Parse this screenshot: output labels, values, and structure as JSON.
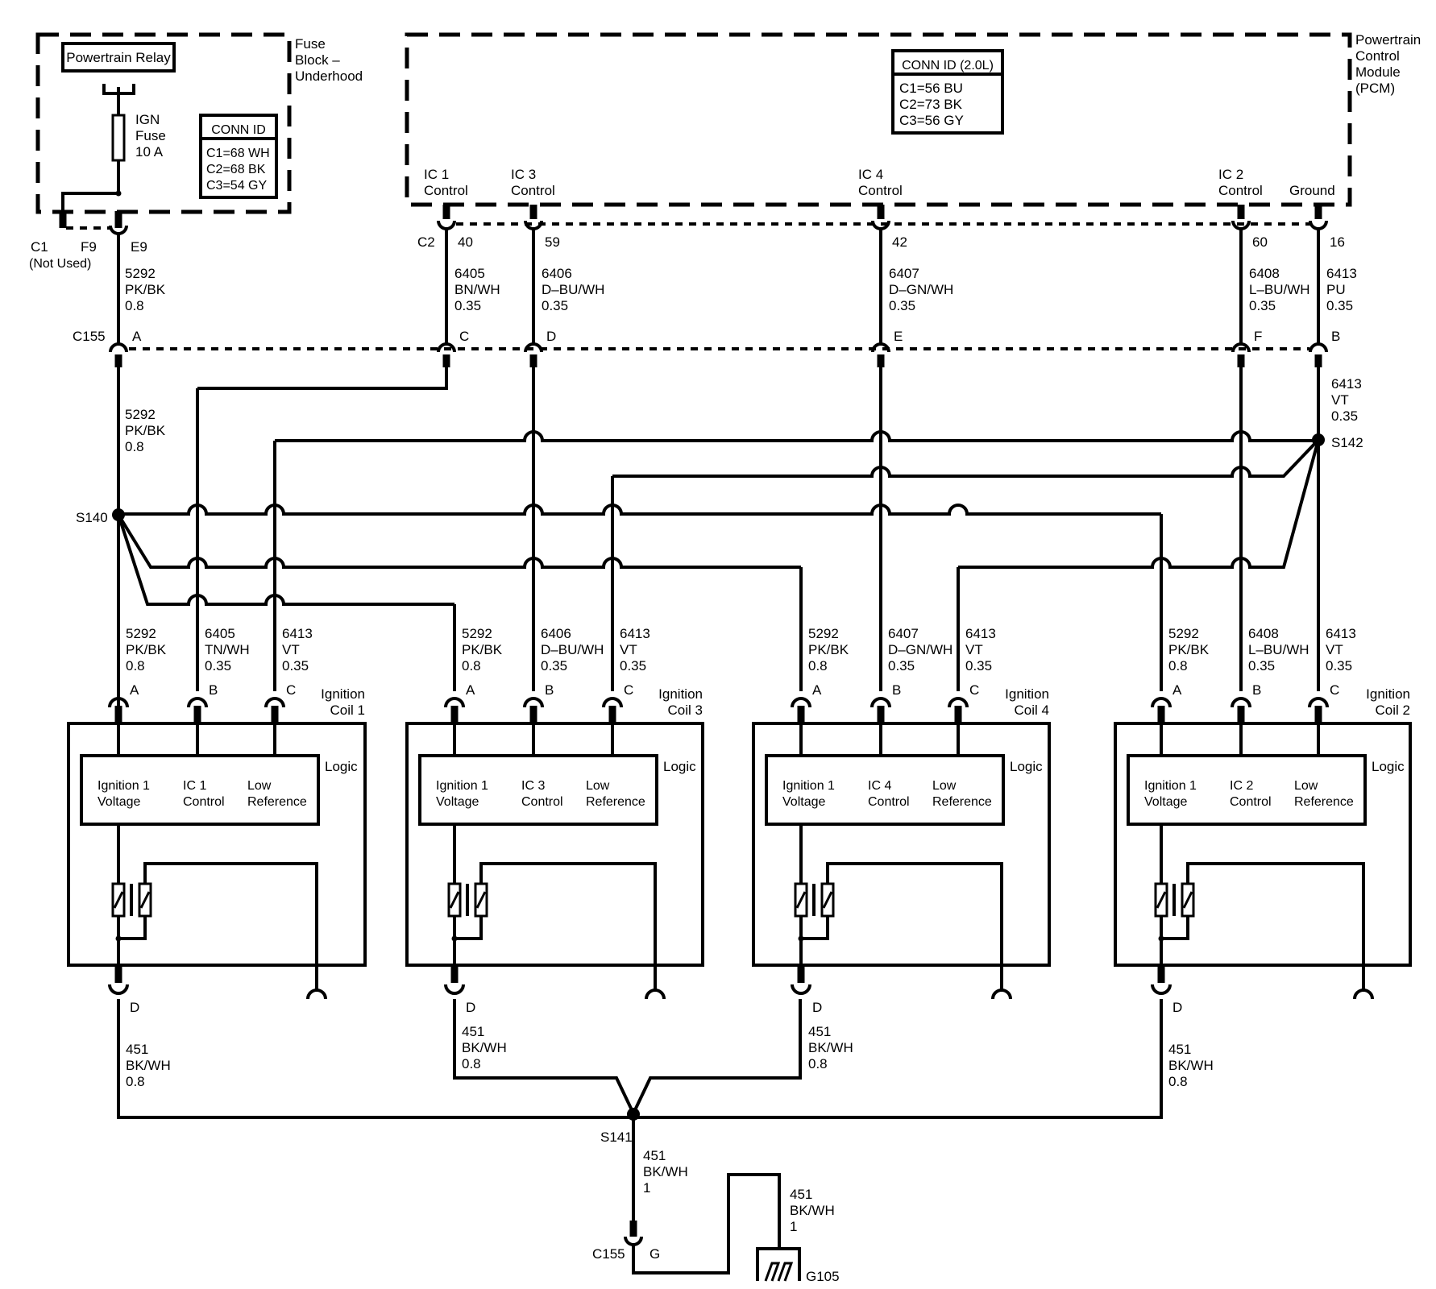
{
  "fuse_block": {
    "label_lines": [
      "Fuse",
      "Block –",
      "Underhood"
    ],
    "relay_label": "Powertrain Relay",
    "fuse_lines": [
      "IGN",
      "Fuse",
      "10 A"
    ],
    "conn_id_title": "CONN ID",
    "conn_id_lines": [
      "C1=68 WH",
      "C2=68 BK",
      "C3=54 GY"
    ],
    "c1_label": "C1",
    "c1_note": "(Not Used)",
    "f9_label": "F9",
    "e9_label": "E9"
  },
  "pcm": {
    "label_lines": [
      "Powertrain",
      "Control",
      "Module",
      "(PCM)"
    ],
    "conn_id_title": "CONN ID (2.0L)",
    "conn_id_lines": [
      "C1=56 BU",
      "C2=73 BK",
      "C3=56 GY"
    ],
    "connector_label": "C2",
    "pins": [
      {
        "name_lines": [
          "IC 1",
          "Control"
        ],
        "pin": "40",
        "circuit": "6405",
        "color": "BN/WH",
        "gauge": "0.35",
        "c155_cavity": "C"
      },
      {
        "name_lines": [
          "IC 3",
          "Control"
        ],
        "pin": "59",
        "circuit": "6406",
        "color": "D–BU/WH",
        "gauge": "0.35",
        "c155_cavity": "D"
      },
      {
        "name_lines": [
          "IC 4",
          "Control"
        ],
        "pin": "42",
        "circuit": "6407",
        "color": "D–GN/WH",
        "gauge": "0.35",
        "c155_cavity": "E"
      },
      {
        "name_lines": [
          "IC 2",
          "Control"
        ],
        "pin": "60",
        "circuit": "6408",
        "color": "L–BU/WH",
        "gauge": "0.35",
        "c155_cavity": "F"
      },
      {
        "name_lines": [
          "Ground"
        ],
        "pin": "16",
        "circuit": "6413",
        "color": "PU",
        "gauge": "0.35",
        "c155_cavity": "B"
      }
    ]
  },
  "feed_wire": {
    "circuit": "5292",
    "color": "PK/BK",
    "gauge": "0.8"
  },
  "c155": {
    "label": "C155",
    "cavity_a": "A",
    "ground_cavity": "G"
  },
  "below_c155": {
    "feed": {
      "circuit": "5292",
      "color": "PK/BK",
      "gauge": "0.8"
    },
    "ground_ref": {
      "circuit": "6413",
      "color": "VT",
      "gauge": "0.35"
    }
  },
  "splices": {
    "s140": "S140",
    "s141": "S141",
    "s142": "S142"
  },
  "coils": [
    {
      "title_lines": [
        "Ignition",
        "Coil  1"
      ],
      "logic_label": "Logic",
      "wires": [
        {
          "circuit": "5292",
          "color": "PK/BK",
          "gauge": "0.8",
          "cavity": "A"
        },
        {
          "circuit": "6405",
          "color": "TN/WH",
          "gauge": "0.35",
          "cavity": "B"
        },
        {
          "circuit": "6413",
          "color": "VT",
          "gauge": "0.35",
          "cavity": "C"
        }
      ],
      "terminals": [
        [
          "Ignition 1",
          "Voltage"
        ],
        [
          "IC 1",
          "Control"
        ],
        [
          "Low",
          "Reference"
        ]
      ],
      "ground": {
        "cavity": "D",
        "circuit": "451",
        "color": "BK/WH",
        "gauge": "0.8"
      }
    },
    {
      "title_lines": [
        "Ignition",
        "Coil  3"
      ],
      "logic_label": "Logic",
      "wires": [
        {
          "circuit": "5292",
          "color": "PK/BK",
          "gauge": "0.8",
          "cavity": "A"
        },
        {
          "circuit": "6406",
          "color": "D–BU/WH",
          "gauge": "0.35",
          "cavity": "B"
        },
        {
          "circuit": "6413",
          "color": "VT",
          "gauge": "0.35",
          "cavity": "C"
        }
      ],
      "terminals": [
        [
          "Ignition 1",
          "Voltage"
        ],
        [
          "IC 3",
          "Control"
        ],
        [
          "Low",
          "Reference"
        ]
      ],
      "ground": {
        "cavity": "D",
        "circuit": "451",
        "color": "BK/WH",
        "gauge": "0.8"
      }
    },
    {
      "title_lines": [
        "Ignition",
        "Coil  4"
      ],
      "logic_label": "Logic",
      "wires": [
        {
          "circuit": "5292",
          "color": "PK/BK",
          "gauge": "0.8",
          "cavity": "A"
        },
        {
          "circuit": "6407",
          "color": "D–GN/WH",
          "gauge": "0.35",
          "cavity": "B"
        },
        {
          "circuit": "6413",
          "color": "VT",
          "gauge": "0.35",
          "cavity": "C"
        }
      ],
      "terminals": [
        [
          "Ignition 1",
          "Voltage"
        ],
        [
          "IC 4",
          "Control"
        ],
        [
          "Low",
          "Reference"
        ]
      ],
      "ground": {
        "cavity": "D",
        "circuit": "451",
        "color": "BK/WH",
        "gauge": "0.8"
      }
    },
    {
      "title_lines": [
        "Ignition",
        "Coil  2"
      ],
      "logic_label": "Logic",
      "wires": [
        {
          "circuit": "5292",
          "color": "PK/BK",
          "gauge": "0.8",
          "cavity": "A"
        },
        {
          "circuit": "6408",
          "color": "L–BU/WH",
          "gauge": "0.35",
          "cavity": "B"
        },
        {
          "circuit": "6413",
          "color": "VT",
          "gauge": "0.35",
          "cavity": "C"
        }
      ],
      "terminals": [
        [
          "Ignition 1",
          "Voltage"
        ],
        [
          "IC 2",
          "Control"
        ],
        [
          "Low",
          "Reference"
        ]
      ],
      "ground": {
        "cavity": "D",
        "circuit": "451",
        "color": "BK/WH",
        "gauge": "0.8"
      }
    }
  ],
  "ground_trunk": {
    "circuit": "451",
    "color": "BK/WH",
    "gauge": "1"
  },
  "ground_lead": {
    "circuit": "451",
    "color": "BK/WH",
    "gauge": "1"
  },
  "ground_point": "G105"
}
